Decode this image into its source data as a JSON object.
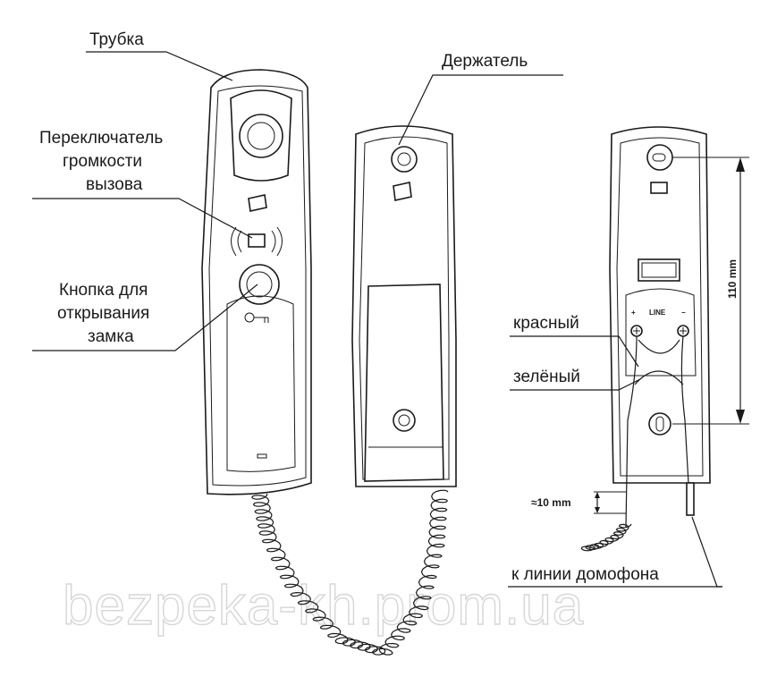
{
  "labels": {
    "handset": "Трубка",
    "volume_line1": "Переключатель",
    "volume_line2": "громкости",
    "volume_line3": "вызова",
    "button_line1": "Кнопка для",
    "button_line2": "открывания",
    "button_line3": "замка",
    "holder": "Держатель",
    "red": "красный",
    "green": "зелёный",
    "to_line": "к линии домофона"
  },
  "dimensions": {
    "height": "110 mm",
    "offset": "≈10 mm"
  },
  "terminal": {
    "plus": "+",
    "line": "LINE",
    "minus": "−"
  },
  "watermark": "bezpeka-kh.prom.ua"
}
